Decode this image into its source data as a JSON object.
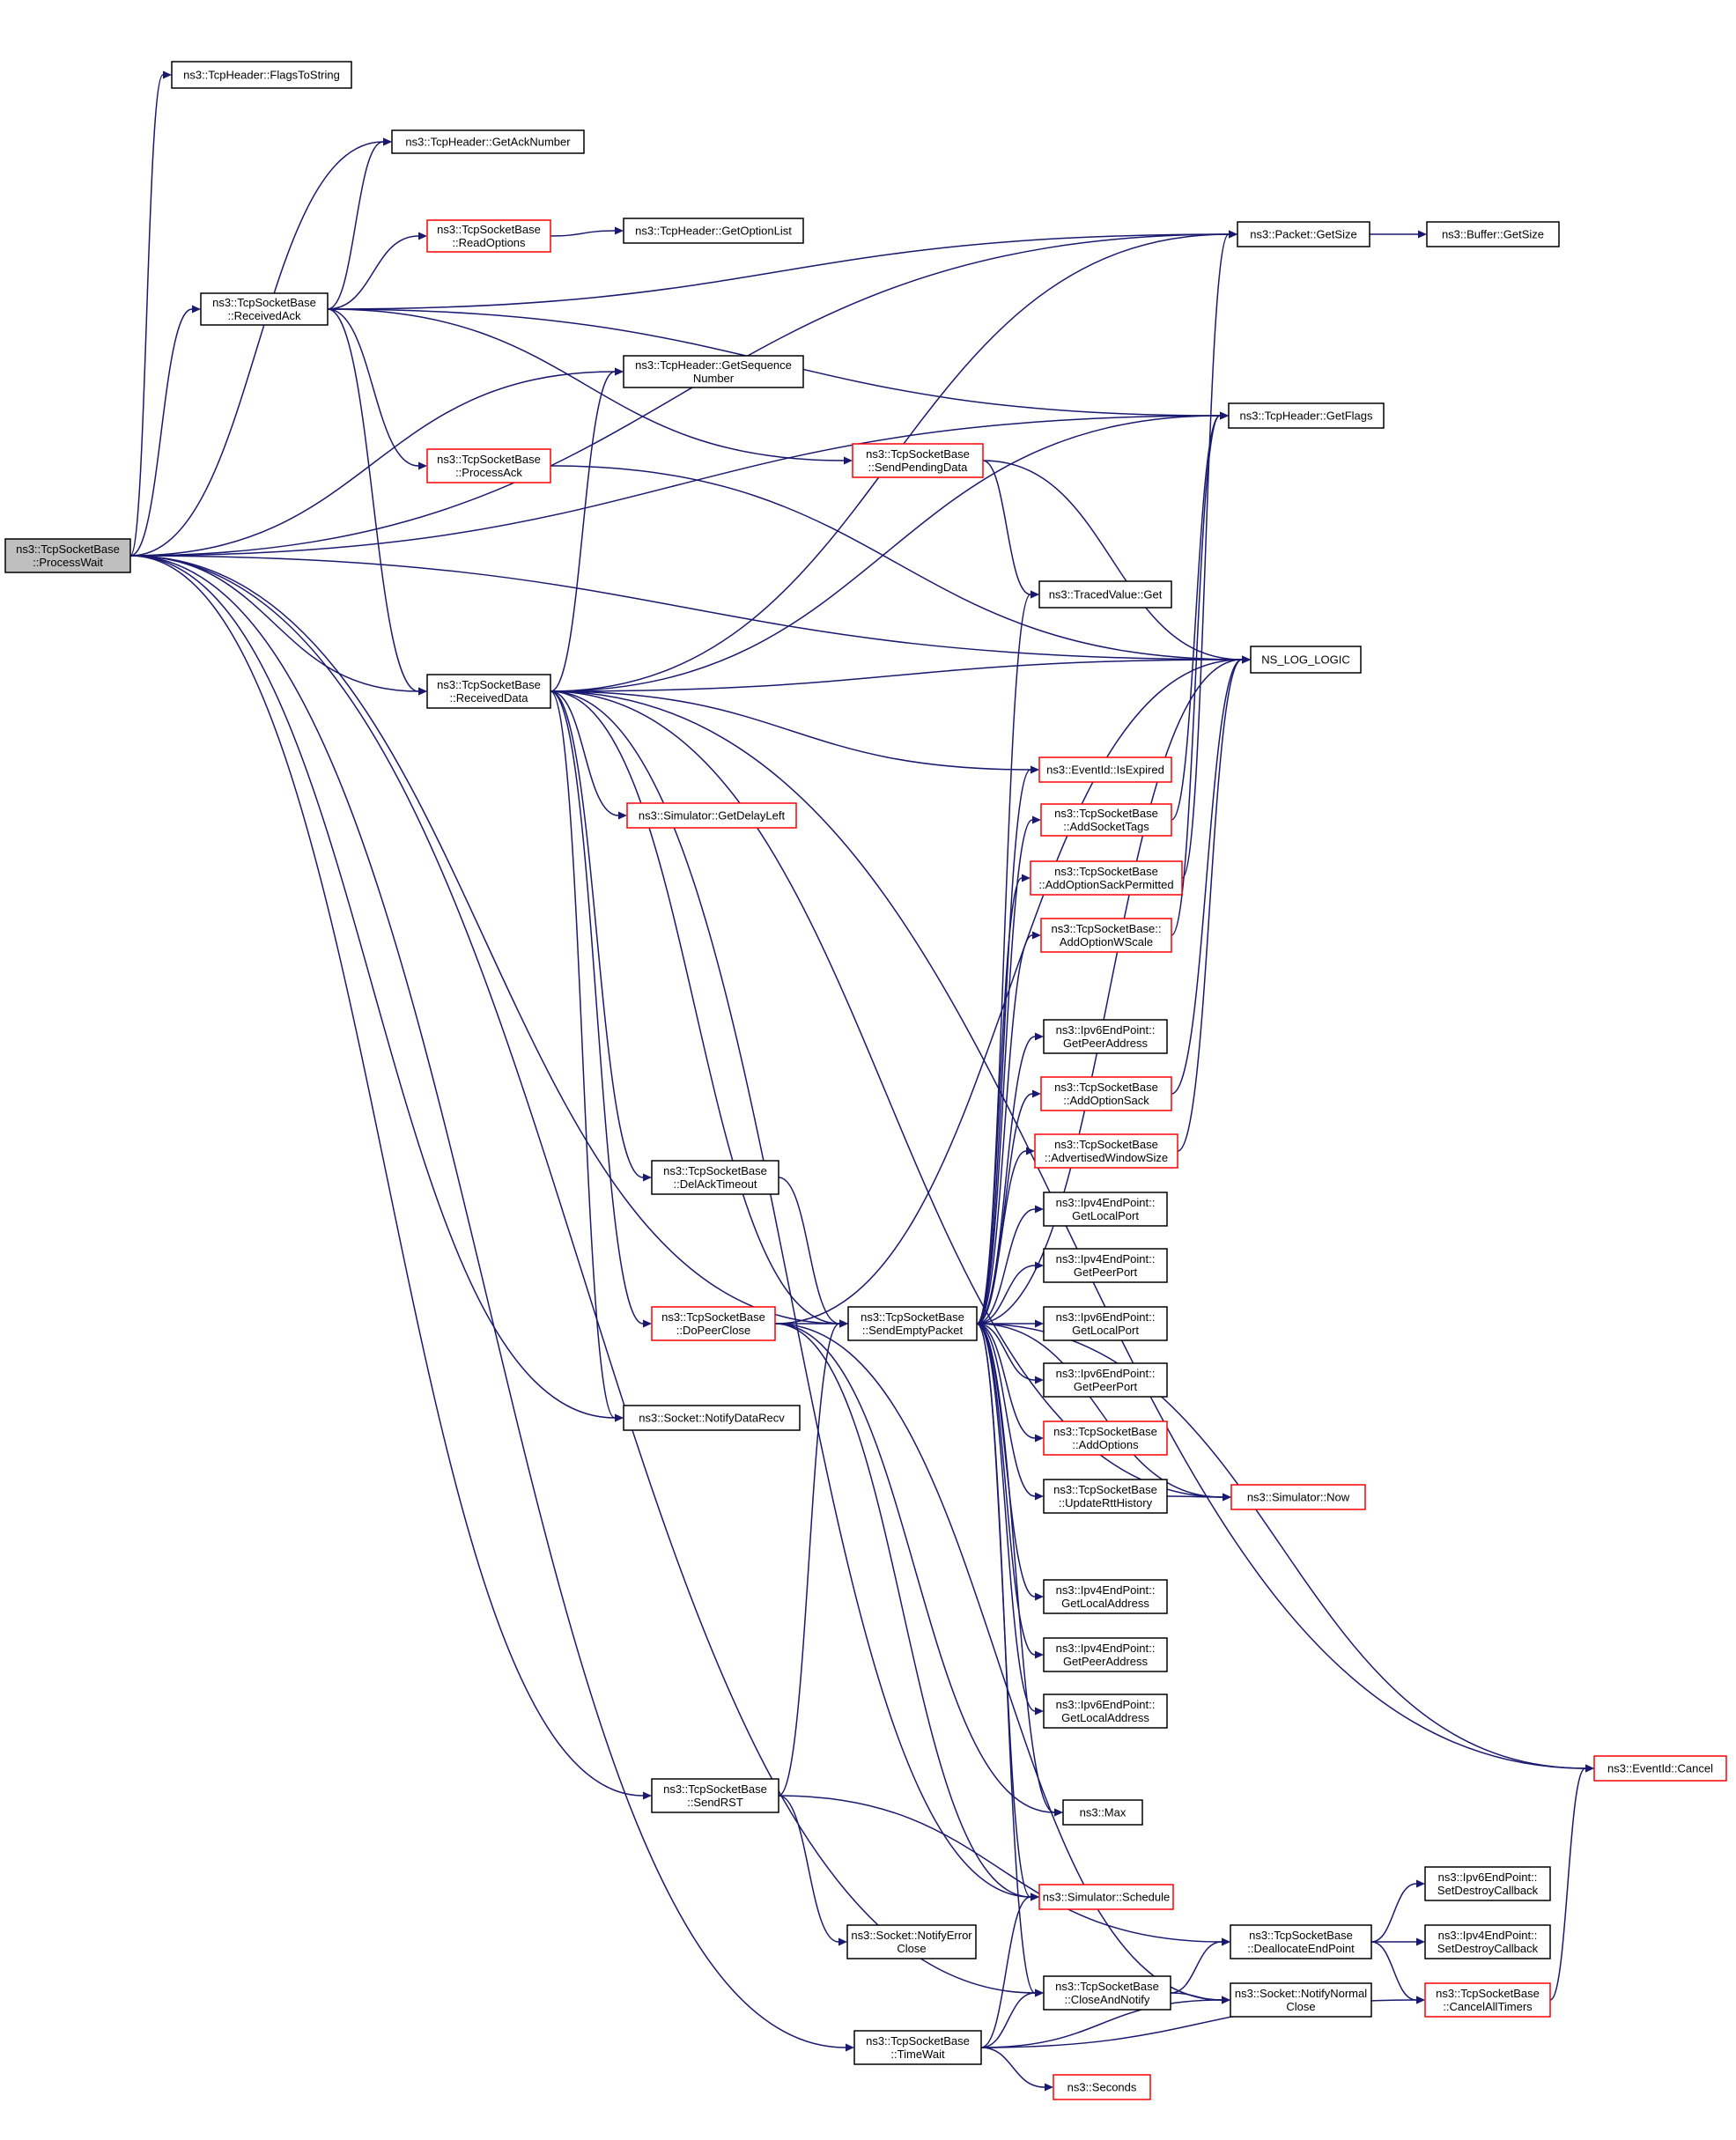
{
  "nodes": {
    "processWait": {
      "lines": [
        "ns3::TcpSocketBase",
        "::ProcessWait"
      ],
      "style": "root"
    },
    "flagsToString": {
      "lines": [
        "ns3::TcpHeader::FlagsToString"
      ],
      "style": "normal"
    },
    "getAckNumber": {
      "lines": [
        "ns3::TcpHeader::GetAckNumber"
      ],
      "style": "normal"
    },
    "readOptions": {
      "lines": [
        "ns3::TcpSocketBase",
        "::ReadOptions"
      ],
      "style": "red"
    },
    "getOptionList": {
      "lines": [
        "ns3::TcpHeader::GetOptionList"
      ],
      "style": "normal"
    },
    "receivedAck": {
      "lines": [
        "ns3::TcpSocketBase",
        "::ReceivedAck"
      ],
      "style": "normal"
    },
    "getSequenceNumber": {
      "lines": [
        "ns3::TcpHeader::GetSequence",
        "Number"
      ],
      "style": "normal"
    },
    "processAck": {
      "lines": [
        "ns3::TcpSocketBase",
        "::ProcessAck"
      ],
      "style": "red"
    },
    "sendPendingData": {
      "lines": [
        "ns3::TcpSocketBase",
        "::SendPendingData"
      ],
      "style": "red"
    },
    "packetGetSize": {
      "lines": [
        "ns3::Packet::GetSize"
      ],
      "style": "normal"
    },
    "bufferGetSize": {
      "lines": [
        "ns3::Buffer::GetSize"
      ],
      "style": "normal"
    },
    "getFlags": {
      "lines": [
        "ns3::TcpHeader::GetFlags"
      ],
      "style": "normal"
    },
    "tracedValueGet": {
      "lines": [
        "ns3::TracedValue::Get"
      ],
      "style": "normal"
    },
    "nsLogLogic": {
      "lines": [
        "NS_LOG_LOGIC"
      ],
      "style": "normal"
    },
    "receivedData": {
      "lines": [
        "ns3::TcpSocketBase",
        "::ReceivedData"
      ],
      "style": "normal"
    },
    "isExpired": {
      "lines": [
        "ns3::EventId::IsExpired"
      ],
      "style": "red"
    },
    "getDelayLeft": {
      "lines": [
        "ns3::Simulator::GetDelayLeft"
      ],
      "style": "red"
    },
    "addSocketTags": {
      "lines": [
        "ns3::TcpSocketBase",
        "::AddSocketTags"
      ],
      "style": "red"
    },
    "addOptionSackPermitted": {
      "lines": [
        "ns3::TcpSocketBase",
        "::AddOptionSackPermitted"
      ],
      "style": "red"
    },
    "addOptionWScale": {
      "lines": [
        "ns3::TcpSocketBase::",
        "AddOptionWScale"
      ],
      "style": "red"
    },
    "ipv6GetPeerAddress": {
      "lines": [
        "ns3::Ipv6EndPoint::",
        "GetPeerAddress"
      ],
      "style": "normal"
    },
    "addOptionSack": {
      "lines": [
        "ns3::TcpSocketBase",
        "::AddOptionSack"
      ],
      "style": "red"
    },
    "advertisedWindowSize": {
      "lines": [
        "ns3::TcpSocketBase",
        "::AdvertisedWindowSize"
      ],
      "style": "red"
    },
    "delAckTimeout": {
      "lines": [
        "ns3::TcpSocketBase",
        "::DelAckTimeout"
      ],
      "style": "normal"
    },
    "ipv4GetLocalPort": {
      "lines": [
        "ns3::Ipv4EndPoint::",
        "GetLocalPort"
      ],
      "style": "normal"
    },
    "ipv4GetPeerPort": {
      "lines": [
        "ns3::Ipv4EndPoint::",
        "GetPeerPort"
      ],
      "style": "normal"
    },
    "doPeerClose": {
      "lines": [
        "ns3::TcpSocketBase",
        "::DoPeerClose"
      ],
      "style": "red"
    },
    "sendEmptyPacket": {
      "lines": [
        "ns3::TcpSocketBase",
        "::SendEmptyPacket"
      ],
      "style": "normal"
    },
    "ipv6GetLocalPort": {
      "lines": [
        "ns3::Ipv6EndPoint::",
        "GetLocalPort"
      ],
      "style": "normal"
    },
    "ipv6GetPeerPort": {
      "lines": [
        "ns3::Ipv6EndPoint::",
        "GetPeerPort"
      ],
      "style": "normal"
    },
    "notifyDataRecv": {
      "lines": [
        "ns3::Socket::NotifyDataRecv"
      ],
      "style": "normal"
    },
    "addOptions": {
      "lines": [
        "ns3::TcpSocketBase",
        "::AddOptions"
      ],
      "style": "red"
    },
    "updateRttHistory": {
      "lines": [
        "ns3::TcpSocketBase",
        "::UpdateRttHistory"
      ],
      "style": "normal"
    },
    "simulatorNow": {
      "lines": [
        "ns3::Simulator::Now"
      ],
      "style": "red"
    },
    "ipv4GetLocalAddress": {
      "lines": [
        "ns3::Ipv4EndPoint::",
        "GetLocalAddress"
      ],
      "style": "normal"
    },
    "ipv4GetPeerAddress": {
      "lines": [
        "ns3::Ipv4EndPoint::",
        "GetPeerAddress"
      ],
      "style": "normal"
    },
    "ipv6GetLocalAddress": {
      "lines": [
        "ns3::Ipv6EndPoint::",
        "GetLocalAddress"
      ],
      "style": "normal"
    },
    "eventIdCancel": {
      "lines": [
        "ns3::EventId::Cancel"
      ],
      "style": "red"
    },
    "sendRST": {
      "lines": [
        "ns3::TcpSocketBase",
        "::SendRST"
      ],
      "style": "normal"
    },
    "max": {
      "lines": [
        "ns3::Max"
      ],
      "style": "normal"
    },
    "simulatorSchedule": {
      "lines": [
        "ns3::Simulator::Schedule"
      ],
      "style": "red"
    },
    "ipv6SetDestroyCallback": {
      "lines": [
        "ns3::Ipv6EndPoint::",
        "SetDestroyCallback"
      ],
      "style": "normal"
    },
    "deallocateEndPoint": {
      "lines": [
        "ns3::TcpSocketBase",
        "::DeallocateEndPoint"
      ],
      "style": "normal"
    },
    "ipv4SetDestroyCallback": {
      "lines": [
        "ns3::Ipv4EndPoint::",
        "SetDestroyCallback"
      ],
      "style": "normal"
    },
    "notifyErrorClose": {
      "lines": [
        "ns3::Socket::NotifyError",
        "Close"
      ],
      "style": "normal"
    },
    "closeAndNotify": {
      "lines": [
        "ns3::TcpSocketBase",
        "::CloseAndNotify"
      ],
      "style": "normal"
    },
    "notifyNormalClose": {
      "lines": [
        "ns3::Socket::NotifyNormal",
        "Close"
      ],
      "style": "normal"
    },
    "cancelAllTimers": {
      "lines": [
        "ns3::TcpSocketBase",
        "::CancelAllTimers"
      ],
      "style": "red"
    },
    "timeWait": {
      "lines": [
        "ns3::TcpSocketBase",
        "::TimeWait"
      ],
      "style": "normal"
    },
    "seconds": {
      "lines": [
        "ns3::Seconds"
      ],
      "style": "red"
    }
  },
  "edges": [
    [
      "processWait",
      "flagsToString"
    ],
    [
      "processWait",
      "getAckNumber"
    ],
    [
      "processWait",
      "receivedAck"
    ],
    [
      "processWait",
      "getSequenceNumber"
    ],
    [
      "processWait",
      "packetGetSize"
    ],
    [
      "processWait",
      "getFlags"
    ],
    [
      "processWait",
      "nsLogLogic"
    ],
    [
      "processWait",
      "receivedData"
    ],
    [
      "processWait",
      "notifyDataRecv"
    ],
    [
      "processWait",
      "sendEmptyPacket"
    ],
    [
      "processWait",
      "sendRST"
    ],
    [
      "processWait",
      "closeAndNotify"
    ],
    [
      "processWait",
      "timeWait"
    ],
    [
      "receivedAck",
      "getAckNumber"
    ],
    [
      "receivedAck",
      "readOptions"
    ],
    [
      "receivedAck",
      "packetGetSize"
    ],
    [
      "receivedAck",
      "getFlags"
    ],
    [
      "receivedAck",
      "sendPendingData"
    ],
    [
      "receivedAck",
      "processAck"
    ],
    [
      "receivedAck",
      "receivedData"
    ],
    [
      "readOptions",
      "getOptionList"
    ],
    [
      "packetGetSize",
      "bufferGetSize"
    ],
    [
      "sendPendingData",
      "tracedValueGet"
    ],
    [
      "sendPendingData",
      "nsLogLogic"
    ],
    [
      "processAck",
      "nsLogLogic"
    ],
    [
      "receivedData",
      "getSequenceNumber"
    ],
    [
      "receivedData",
      "packetGetSize"
    ],
    [
      "receivedData",
      "getFlags"
    ],
    [
      "receivedData",
      "nsLogLogic"
    ],
    [
      "receivedData",
      "isExpired"
    ],
    [
      "receivedData",
      "getDelayLeft"
    ],
    [
      "receivedData",
      "simulatorNow"
    ],
    [
      "receivedData",
      "delAckTimeout"
    ],
    [
      "receivedData",
      "doPeerClose"
    ],
    [
      "receivedData",
      "sendEmptyPacket"
    ],
    [
      "receivedData",
      "notifyDataRecv"
    ],
    [
      "receivedData",
      "eventIdCancel"
    ],
    [
      "receivedData",
      "simulatorSchedule"
    ],
    [
      "delAckTimeout",
      "sendEmptyPacket"
    ],
    [
      "doPeerClose",
      "sendEmptyPacket"
    ],
    [
      "doPeerClose",
      "nsLogLogic"
    ],
    [
      "doPeerClose",
      "notifyNormalClose"
    ],
    [
      "doPeerClose",
      "simulatorSchedule"
    ],
    [
      "doPeerClose",
      "max"
    ],
    [
      "sendEmptyPacket",
      "tracedValueGet"
    ],
    [
      "sendEmptyPacket",
      "nsLogLogic"
    ],
    [
      "sendEmptyPacket",
      "isExpired"
    ],
    [
      "sendEmptyPacket",
      "addSocketTags"
    ],
    [
      "sendEmptyPacket",
      "addOptionSackPermitted"
    ],
    [
      "sendEmptyPacket",
      "addOptionWScale"
    ],
    [
      "sendEmptyPacket",
      "ipv6GetPeerAddress"
    ],
    [
      "sendEmptyPacket",
      "addOptionSack"
    ],
    [
      "sendEmptyPacket",
      "advertisedWindowSize"
    ],
    [
      "sendEmptyPacket",
      "ipv4GetLocalPort"
    ],
    [
      "sendEmptyPacket",
      "ipv4GetPeerPort"
    ],
    [
      "sendEmptyPacket",
      "ipv6GetLocalPort"
    ],
    [
      "sendEmptyPacket",
      "ipv6GetPeerPort"
    ],
    [
      "sendEmptyPacket",
      "addOptions"
    ],
    [
      "sendEmptyPacket",
      "updateRttHistory"
    ],
    [
      "sendEmptyPacket",
      "simulatorNow"
    ],
    [
      "sendEmptyPacket",
      "ipv4GetLocalAddress"
    ],
    [
      "sendEmptyPacket",
      "ipv4GetPeerAddress"
    ],
    [
      "sendEmptyPacket",
      "ipv6GetLocalAddress"
    ],
    [
      "sendEmptyPacket",
      "eventIdCancel"
    ],
    [
      "sendEmptyPacket",
      "max"
    ],
    [
      "sendEmptyPacket",
      "simulatorSchedule"
    ],
    [
      "sendEmptyPacket",
      "closeAndNotify"
    ],
    [
      "addSocketTags",
      "getFlags"
    ],
    [
      "addOptionSackPermitted",
      "packetGetSize"
    ],
    [
      "addOptionWScale",
      "getFlags"
    ],
    [
      "addOptionSack",
      "nsLogLogic"
    ],
    [
      "advertisedWindowSize",
      "nsLogLogic"
    ],
    [
      "updateRttHistory",
      "simulatorNow"
    ],
    [
      "sendRST",
      "sendEmptyPacket"
    ],
    [
      "sendRST",
      "notifyErrorClose"
    ],
    [
      "sendRST",
      "deallocateEndPoint"
    ],
    [
      "deallocateEndPoint",
      "ipv6SetDestroyCallback"
    ],
    [
      "deallocateEndPoint",
      "ipv4SetDestroyCallback"
    ],
    [
      "deallocateEndPoint",
      "cancelAllTimers"
    ],
    [
      "cancelAllTimers",
      "eventIdCancel"
    ],
    [
      "closeAndNotify",
      "deallocateEndPoint"
    ],
    [
      "closeAndNotify",
      "notifyNormalClose"
    ],
    [
      "timeWait",
      "simulatorSchedule"
    ],
    [
      "timeWait",
      "closeAndNotify"
    ],
    [
      "timeWait",
      "notifyNormalClose"
    ],
    [
      "timeWait",
      "seconds"
    ],
    [
      "timeWait",
      "cancelAllTimers"
    ]
  ]
}
